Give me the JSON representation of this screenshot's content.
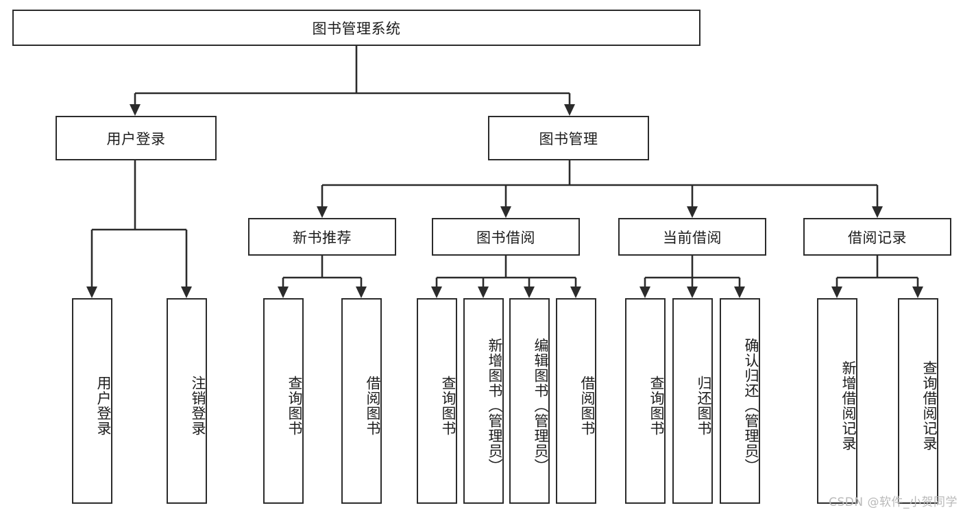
{
  "diagram": {
    "type": "tree",
    "title": "图书管理系统",
    "root": {
      "label": "图书管理系统"
    },
    "level2": [
      {
        "label": "用户登录"
      },
      {
        "label": "图书管理"
      }
    ],
    "level3": [
      {
        "label": "新书推荐"
      },
      {
        "label": "图书借阅"
      },
      {
        "label": "当前借阅"
      },
      {
        "label": "借阅记录"
      }
    ],
    "leaves": {
      "user_login": [
        {
          "label": "用户登录"
        },
        {
          "label": "注销登录"
        }
      ],
      "new_book_recommend": [
        {
          "label": "查询图书"
        },
        {
          "label": "借阅图书"
        }
      ],
      "book_borrow": [
        {
          "label": "查询图书"
        },
        {
          "label": "新增图书（管理员）"
        },
        {
          "label": "编辑图书（管理员）"
        },
        {
          "label": "借阅图书"
        }
      ],
      "current_borrow": [
        {
          "label": "查询图书"
        },
        {
          "label": "归还图书"
        },
        {
          "label": "确认归还（管理员）"
        }
      ],
      "borrow_record": [
        {
          "label": "新增借阅记录"
        },
        {
          "label": "查询借阅记录"
        }
      ]
    }
  },
  "watermark": {
    "text": "CSDN @软件_小贺同学"
  },
  "colors": {
    "stroke": "#2b2b2b",
    "text": "#1c1c1c",
    "background": "#ffffff",
    "watermark": "#b9b9b9"
  }
}
